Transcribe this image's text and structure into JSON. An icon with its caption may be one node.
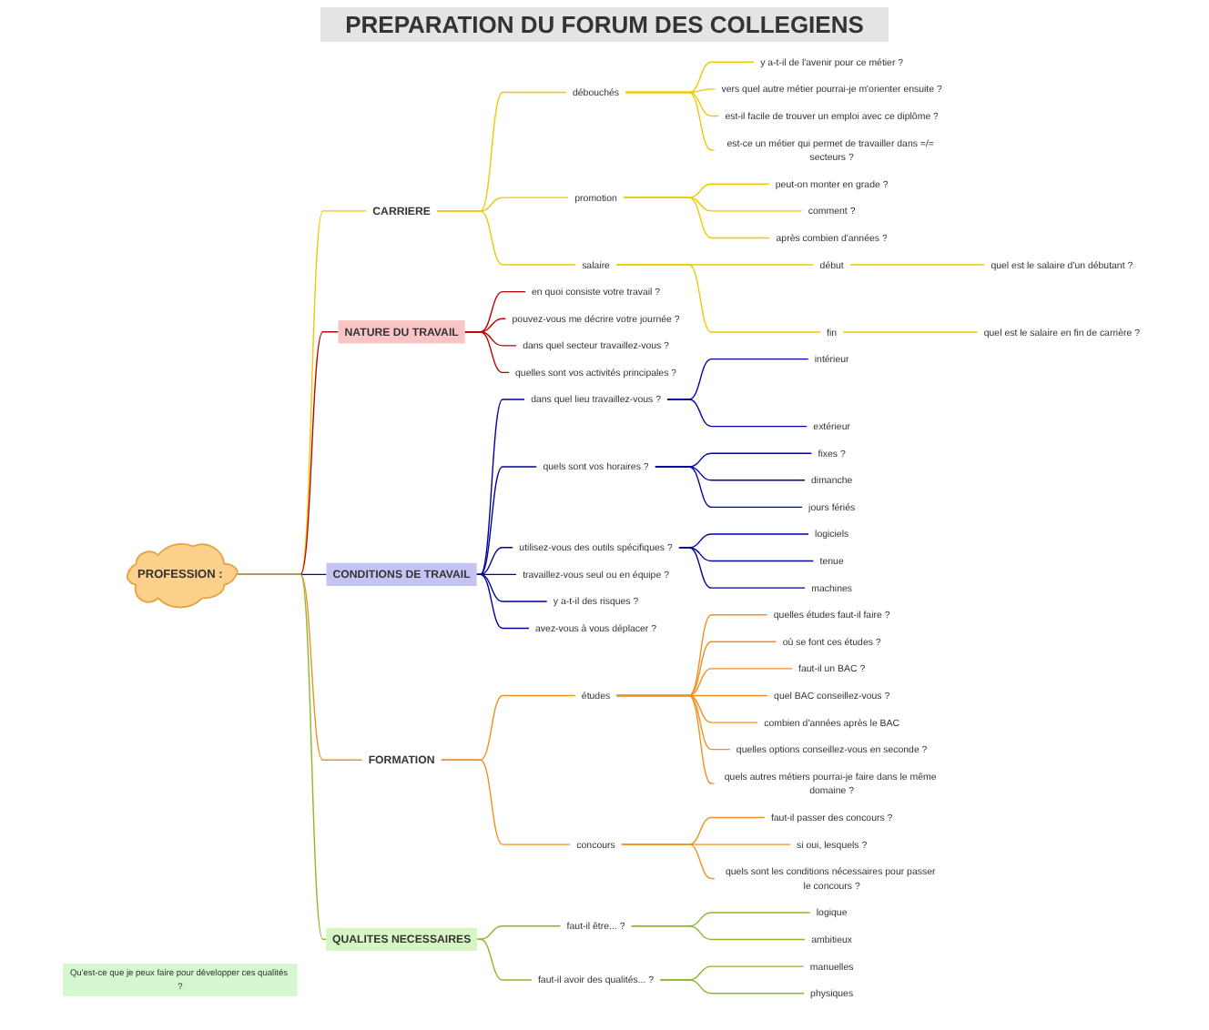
{
  "diagram": {
    "title": "PREPARATION DU FORUM DES COLLEGIENS",
    "nodes": [
      {
        "text": [
          "PROFESSION :"
        ]
      },
      {
        "text": [
          "CARRIERE"
        ]
      },
      {
        "text": [
          "débouchés"
        ]
      },
      {
        "text": [
          "y a-t-il de l'avenir pour ce métier ?"
        ]
      },
      {
        "text": [
          "vers quel autre métier pourrai-je m'orienter ensuite ?"
        ]
      },
      {
        "text": [
          "est-il facile de trouver un emploi avec ce diplôme ?"
        ]
      },
      {
        "text": [
          "est-ce un métier qui permet de travailler dans =/= secteurs ?"
        ]
      },
      {
        "text": [
          "promotion"
        ]
      },
      {
        "text": [
          "peut-on monter en grade ?"
        ]
      },
      {
        "text": [
          "comment ?"
        ]
      },
      {
        "text": [
          "après combien d'années ?"
        ]
      },
      {
        "text": [
          "salaire"
        ]
      },
      {
        "text": [
          "début"
        ]
      },
      {
        "text": [
          "quel est le salaire d'un débutant ?"
        ]
      },
      {
        "text": [
          "fin"
        ]
      },
      {
        "text": [
          "quel est le salaire en fin de carrière ?"
        ]
      },
      {
        "text": [
          "NATURE DU TRAVAIL"
        ]
      },
      {
        "text": [
          "en quoi consiste votre travail ?"
        ]
      },
      {
        "text": [
          "pouvez-vous me décrire votre journée ?"
        ]
      },
      {
        "text": [
          "dans quel secteur travaillez-vous ?"
        ]
      },
      {
        "text": [
          "quelles sont vos activités principales ?"
        ]
      },
      {
        "text": [
          "CONDITIONS DE TRAVAIL"
        ]
      },
      {
        "text": [
          "dans quel lieu travaillez-vous ?"
        ]
      },
      {
        "text": [
          "intérieur"
        ]
      },
      {
        "text": [
          "extérieur"
        ]
      },
      {
        "text": [
          "quels sont vos horaires ?"
        ]
      },
      {
        "text": [
          "fixes ?"
        ]
      },
      {
        "text": [
          "dimanche"
        ]
      },
      {
        "text": [
          "jours fériés"
        ]
      },
      {
        "text": [
          "utilisez-vous des outils spécifiques ?"
        ]
      },
      {
        "text": [
          "logiciels"
        ]
      },
      {
        "text": [
          "tenue"
        ]
      },
      {
        "text": [
          "machines"
        ]
      },
      {
        "text": [
          "travaillez-vous seul ou en équipe ?"
        ]
      },
      {
        "text": [
          "y a-t-il des risques ?"
        ]
      },
      {
        "text": [
          "avez-vous à vous déplacer ?"
        ]
      },
      {
        "text": [
          "FORMATION"
        ]
      },
      {
        "text": [
          "études"
        ]
      },
      {
        "text": [
          "quelles études faut-il faire ?"
        ]
      },
      {
        "text": [
          "où se font ces études ?"
        ]
      },
      {
        "text": [
          "faut-il un BAC ?"
        ]
      },
      {
        "text": [
          "quel BAC conseillez-vous ?"
        ]
      },
      {
        "text": [
          "combien d'années après le BAC"
        ]
      },
      {
        "text": [
          "quelles options conseillez-vous en seconde ?"
        ]
      },
      {
        "text": [
          "quels autres métiers pourrai-je faire dans le même domaine ?"
        ]
      },
      {
        "text": [
          "concours"
        ]
      },
      {
        "text": [
          "faut-il passer des concours ?"
        ]
      },
      {
        "text": [
          "si oui, lesquels ?"
        ]
      },
      {
        "text": [
          "quels sont les conditions nécessaires pour passer le concours ?"
        ]
      },
      {
        "text": [
          "QUALITES NECESSAIRES"
        ]
      },
      {
        "text": [
          "faut-il être... ?"
        ]
      },
      {
        "text": [
          "logique"
        ]
      },
      {
        "text": [
          "ambitieux"
        ]
      },
      {
        "text": [
          "faut-il avoir des qualités... ?"
        ]
      },
      {
        "text": [
          "manuelles"
        ]
      },
      {
        "text": [
          "physiques"
        ]
      },
      {
        "text": [
          "Qu'est-ce que je peux faire pour développer ces qualités ?"
        ]
      }
    ],
    "edges": [
      {
        "from": 0,
        "to": 1,
        "arrow": "none"
      },
      {
        "from": 1,
        "to": 2,
        "arrow": "none"
      },
      {
        "from": 2,
        "to": 3,
        "arrow": "none"
      },
      {
        "from": 2,
        "to": 4,
        "arrow": "none"
      },
      {
        "from": 2,
        "to": 5,
        "arrow": "none"
      },
      {
        "from": 2,
        "to": 6,
        "arrow": "none"
      },
      {
        "from": 1,
        "to": 7,
        "arrow": "none"
      },
      {
        "from": 7,
        "to": 8,
        "arrow": "none"
      },
      {
        "from": 7,
        "to": 9,
        "arrow": "none"
      },
      {
        "from": 7,
        "to": 10,
        "arrow": "none"
      },
      {
        "from": 1,
        "to": 11,
        "arrow": "none"
      },
      {
        "from": 11,
        "to": 12,
        "arrow": "none"
      },
      {
        "from": 12,
        "to": 13,
        "arrow": "none"
      },
      {
        "from": 11,
        "to": 14,
        "arrow": "none"
      },
      {
        "from": 14,
        "to": 15,
        "arrow": "none"
      },
      {
        "from": 0,
        "to": 16,
        "arrow": "none",
        "color": "#c00000"
      },
      {
        "from": 16,
        "to": 17,
        "arrow": "none",
        "color": "#c00000"
      },
      {
        "from": 16,
        "to": 18,
        "arrow": "none",
        "color": "#c00000"
      },
      {
        "from": 16,
        "to": 19,
        "arrow": "none",
        "color": "#c00000"
      },
      {
        "from": 16,
        "to": 20,
        "arrow": "none",
        "color": "#c00000"
      },
      {
        "from": 0,
        "to": 21,
        "arrow": "none",
        "color": "#0000a0"
      },
      {
        "from": 21,
        "to": 22,
        "arrow": "none",
        "color": "#0000a0"
      },
      {
        "from": 22,
        "to": 23,
        "arrow": "none",
        "color": "#0000a0"
      },
      {
        "from": 22,
        "to": 24,
        "arrow": "none",
        "color": "#0000a0"
      },
      {
        "from": 21,
        "to": 25,
        "arrow": "none",
        "color": "#0000a0"
      },
      {
        "from": 25,
        "to": 26,
        "arrow": "none",
        "color": "#0000a0"
      },
      {
        "from": 25,
        "to": 27,
        "arrow": "none",
        "color": "#0000a0"
      },
      {
        "from": 25,
        "to": 28,
        "arrow": "none",
        "color": "#0000a0"
      },
      {
        "from": 21,
        "to": 29,
        "arrow": "none",
        "color": "#0000a0"
      },
      {
        "from": 29,
        "to": 30,
        "arrow": "none",
        "color": "#0000a0"
      },
      {
        "from": 29,
        "to": 31,
        "arrow": "none",
        "color": "#0000a0"
      },
      {
        "from": 29,
        "to": 32,
        "arrow": "none",
        "color": "#0000a0"
      },
      {
        "from": 21,
        "to": 33,
        "arrow": "none",
        "color": "#0000a0"
      },
      {
        "from": 21,
        "to": 34,
        "arrow": "none",
        "color": "#0000a0"
      },
      {
        "from": 21,
        "to": 35,
        "arrow": "none",
        "color": "#0000a0"
      },
      {
        "from": 0,
        "to": 36,
        "arrow": "none",
        "color": "#f09020"
      },
      {
        "from": 36,
        "to": 37,
        "arrow": "none",
        "color": "#f09020"
      },
      {
        "from": 37,
        "to": 38,
        "arrow": "none",
        "color": "#f09020"
      },
      {
        "from": 37,
        "to": 39,
        "arrow": "none",
        "color": "#f09020"
      },
      {
        "from": 37,
        "to": 40,
        "arrow": "none",
        "color": "#f09020"
      },
      {
        "from": 37,
        "to": 41,
        "arrow": "none",
        "color": "#f09020"
      },
      {
        "from": 37,
        "to": 42,
        "arrow": "none",
        "color": "#f09020"
      },
      {
        "from": 37,
        "to": 43,
        "arrow": "none",
        "color": "#f09020"
      },
      {
        "from": 37,
        "to": 44,
        "arrow": "none",
        "color": "#f09020"
      },
      {
        "from": 36,
        "to": 45,
        "arrow": "none",
        "color": "#f09020"
      },
      {
        "from": 45,
        "to": 46,
        "arrow": "none",
        "color": "#f09020"
      },
      {
        "from": 45,
        "to": 47,
        "arrow": "none",
        "color": "#f09020"
      },
      {
        "from": 45,
        "to": 48,
        "arrow": "none",
        "color": "#f09020"
      },
      {
        "from": 0,
        "to": 49,
        "arrow": "none",
        "color": "#8cb828"
      },
      {
        "from": 49,
        "to": 50,
        "arrow": "none",
        "color": "#8cb828"
      },
      {
        "from": 50,
        "to": 51,
        "arrow": "none",
        "color": "#8cb828"
      },
      {
        "from": 50,
        "to": 52,
        "arrow": "none",
        "color": "#8cb828"
      },
      {
        "from": 49,
        "to": 53,
        "arrow": "none",
        "color": "#8cb828"
      },
      {
        "from": 53,
        "to": 54,
        "arrow": "none",
        "color": "#8cb828"
      },
      {
        "from": 53,
        "to": 55,
        "arrow": "none",
        "color": "#8cb828"
      }
    ]
  }
}
